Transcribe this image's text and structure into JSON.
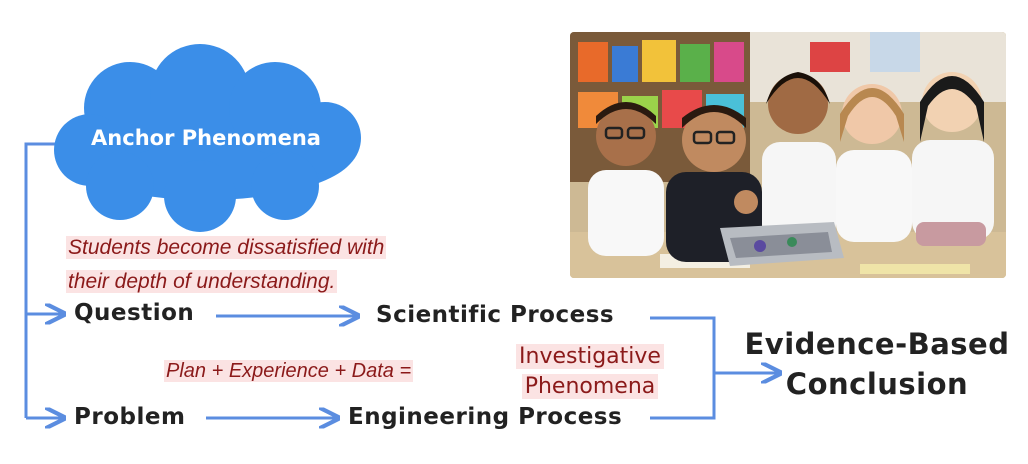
{
  "cloud": {
    "label": "Anchor Phenomena",
    "color": "#3b8ee8"
  },
  "note": {
    "line1": "Students become dissatisfied with",
    "line2": "their depth of understanding."
  },
  "nodes": {
    "question": "Question",
    "scientific_process": "Scientific Process",
    "problem": "Problem",
    "engineering_process": "Engineering Process",
    "conclusion_line1": "Evidence-Based",
    "conclusion_line2": "Conclusion"
  },
  "equation": "Plan + Experience + Data =",
  "investigative": {
    "line1": "Investigative",
    "line2": "Phenomena"
  },
  "colors": {
    "arrow": "#5b8de0",
    "accent_text": "#8b1a1a",
    "highlight": "#fbe3e3"
  }
}
